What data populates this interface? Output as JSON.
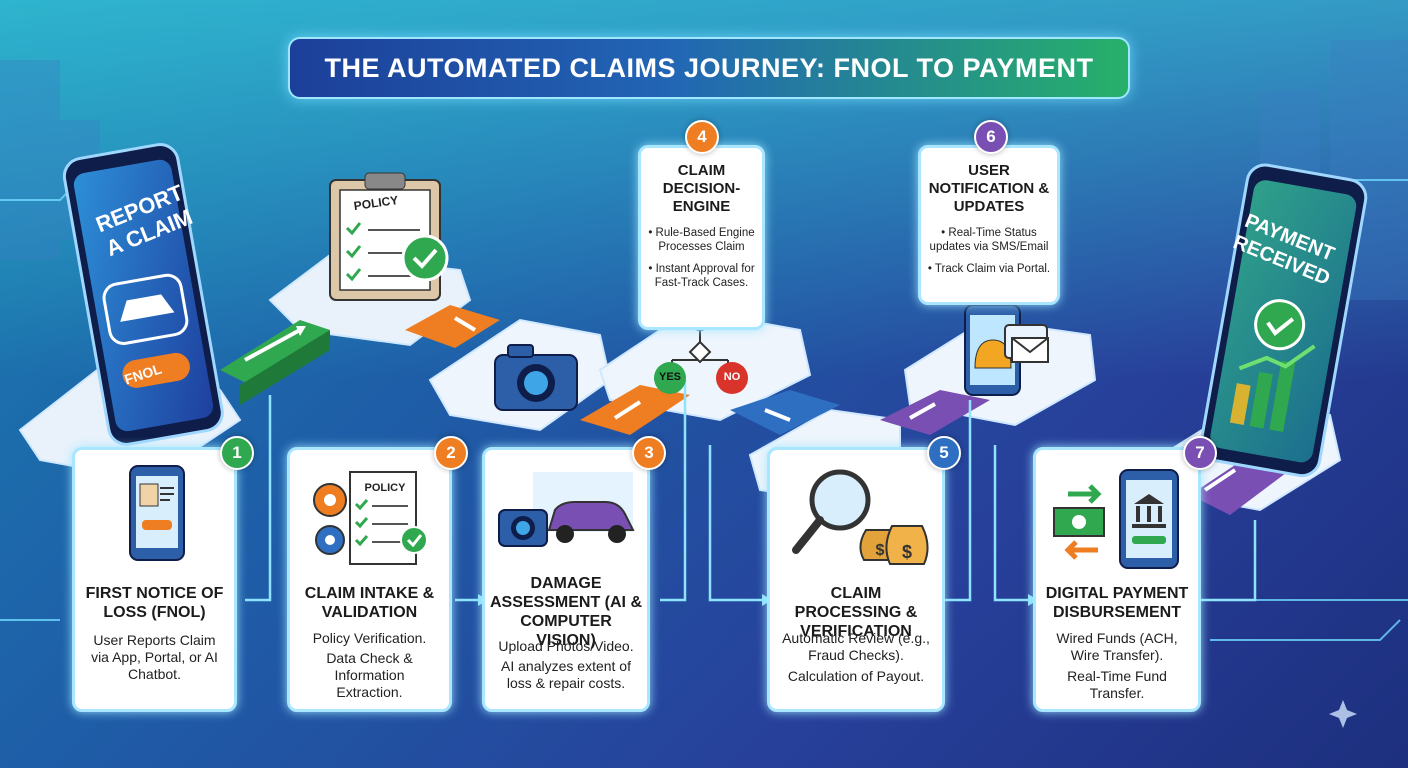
{
  "title": "THE AUTOMATED CLAIMS JOURNEY: FNOL TO PAYMENT",
  "phones": {
    "left_title": "REPORT A CLAIM",
    "left_tag": "FNOL",
    "right_title": "PAYMENT RECEIVED"
  },
  "clipboard_label": "POLICY",
  "decision": {
    "yes": "YES",
    "no": "NO"
  },
  "steps": [
    {
      "number": "1",
      "color": "#2fa84f",
      "title": "FIRST NOTICE OF LOSS (FNOL)",
      "lines": [
        "User Reports Claim via App, Portal, or AI Chatbot."
      ]
    },
    {
      "number": "2",
      "color": "#ef7d22",
      "title": "CLAIM INTAKE & VALIDATION",
      "icon_label": "POLICY",
      "lines": [
        "Policy Verification.",
        "Data Check & Information Extraction."
      ]
    },
    {
      "number": "3",
      "color": "#ef7d22",
      "title": "DAMAGE ASSESSMENT (AI & COMPUTER VISION)",
      "lines": [
        "Upload Photos/Video.",
        "AI analyzes extent of loss & repair costs."
      ]
    },
    {
      "number": "4",
      "color": "#ef7d22",
      "title": "CLAIM DECISION-ENGINE",
      "lines": [
        "• Rule-Based Engine Processes Claim",
        "• Instant Approval for Fast-Track Cases."
      ]
    },
    {
      "number": "5",
      "color": "#2e6fc2",
      "title": "CLAIM PROCESSING & VERIFICATION",
      "lines": [
        "Automatic Review (e.g., Fraud Checks).",
        "Calculation of Payout."
      ]
    },
    {
      "number": "6",
      "color": "#7a4fb3",
      "title": "USER NOTIFICATION & UPDATES",
      "lines": [
        "• Real-Time Status updates via SMS/Email",
        "• Track Claim via Portal."
      ]
    },
    {
      "number": "7",
      "color": "#7a4fb3",
      "title": "DIGITAL PAYMENT DISBURSEMENT",
      "lines": [
        "Wired Funds (ACH, Wire Transfer).",
        "Real-Time Fund Transfer."
      ]
    }
  ]
}
